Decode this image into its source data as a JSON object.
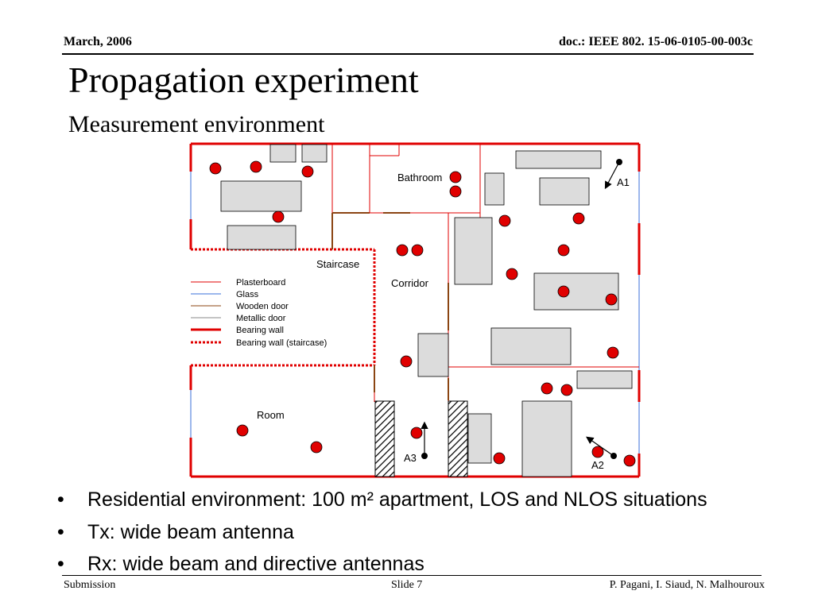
{
  "header": {
    "date": "March, 2006",
    "doc_id": "doc.: IEEE 802. 15-06-0105-00-003c"
  },
  "title": "Propagation experiment",
  "subtitle": "Measurement environment",
  "floorplan": {
    "room_labels": {
      "bathroom": "Bathroom",
      "staircase": "Staircase",
      "corridor": "Corridor",
      "room": "Room"
    },
    "antenna_labels": {
      "a1": "A1",
      "a2": "A2",
      "a3": "A3"
    },
    "legend": [
      {
        "label": "Plasterboard",
        "color": "#e00000",
        "style": "thin"
      },
      {
        "label": "Glass",
        "color": "#3a6fd8",
        "style": "thin"
      },
      {
        "label": "Wooden door",
        "color": "#8b4513",
        "style": "thin"
      },
      {
        "label": "Metallic door",
        "color": "#888888",
        "style": "thin"
      },
      {
        "label": "Bearing wall",
        "color": "#e00000",
        "style": "thick"
      },
      {
        "label": "Bearing wall (staircase)",
        "color": "#e00000",
        "style": "dotted"
      }
    ],
    "colors": {
      "measurement_point": "#e00000",
      "furniture": "#dcdcdc",
      "wall": "#e00000"
    }
  },
  "bullets": [
    "Residential environment: 100 m² apartment, LOS and NLOS situations",
    "Tx: wide beam antenna",
    "Rx: wide beam and directive antennas"
  ],
  "footer": {
    "submission": "Submission",
    "slide": "Slide 7",
    "authors": "P. Pagani, I. Siaud, N. Malhouroux"
  }
}
